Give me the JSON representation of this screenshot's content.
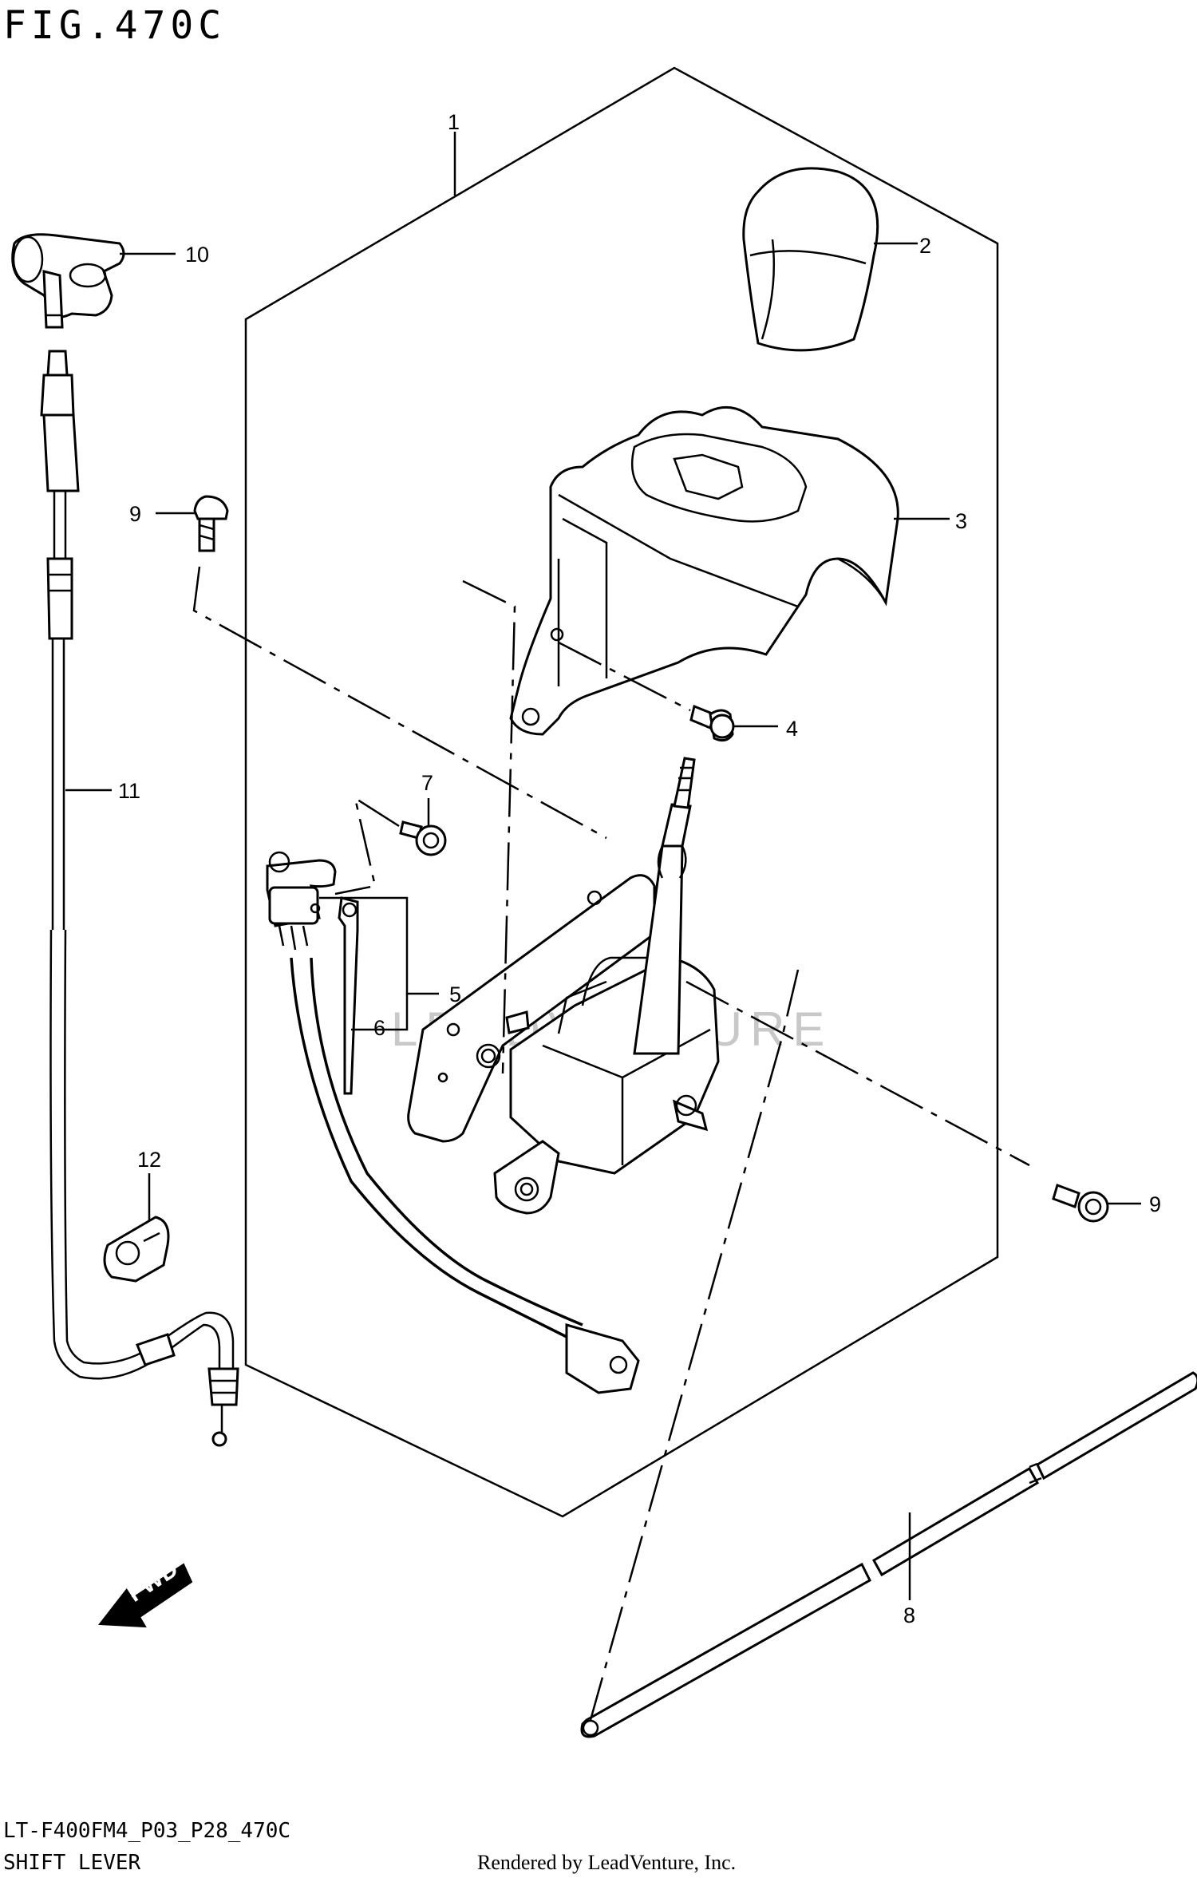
{
  "figure": {
    "title": "FIG.470C",
    "code": "LT-F400FM4_P03_P28_470C",
    "name": "SHIFT LEVER",
    "rendered_by": "Rendered by LeadVenture, Inc.",
    "watermark": "LEADVENTURE"
  },
  "callouts": [
    {
      "number": "1",
      "part": "shift-lever-assembly"
    },
    {
      "number": "2",
      "part": "knob"
    },
    {
      "number": "3",
      "part": "cover"
    },
    {
      "number": "4",
      "part": "bolt"
    },
    {
      "number": "5",
      "part": "switch"
    },
    {
      "number": "6",
      "part": "clamp"
    },
    {
      "number": "7",
      "part": "screw"
    },
    {
      "number": "8",
      "part": "rod"
    },
    {
      "number": "9",
      "part": "bolt"
    },
    {
      "number": "9",
      "part": "bolt"
    },
    {
      "number": "10",
      "part": "cable-holder"
    },
    {
      "number": "11",
      "part": "cable"
    },
    {
      "number": "12",
      "part": "clamp"
    }
  ],
  "fwd_label": "FWD"
}
